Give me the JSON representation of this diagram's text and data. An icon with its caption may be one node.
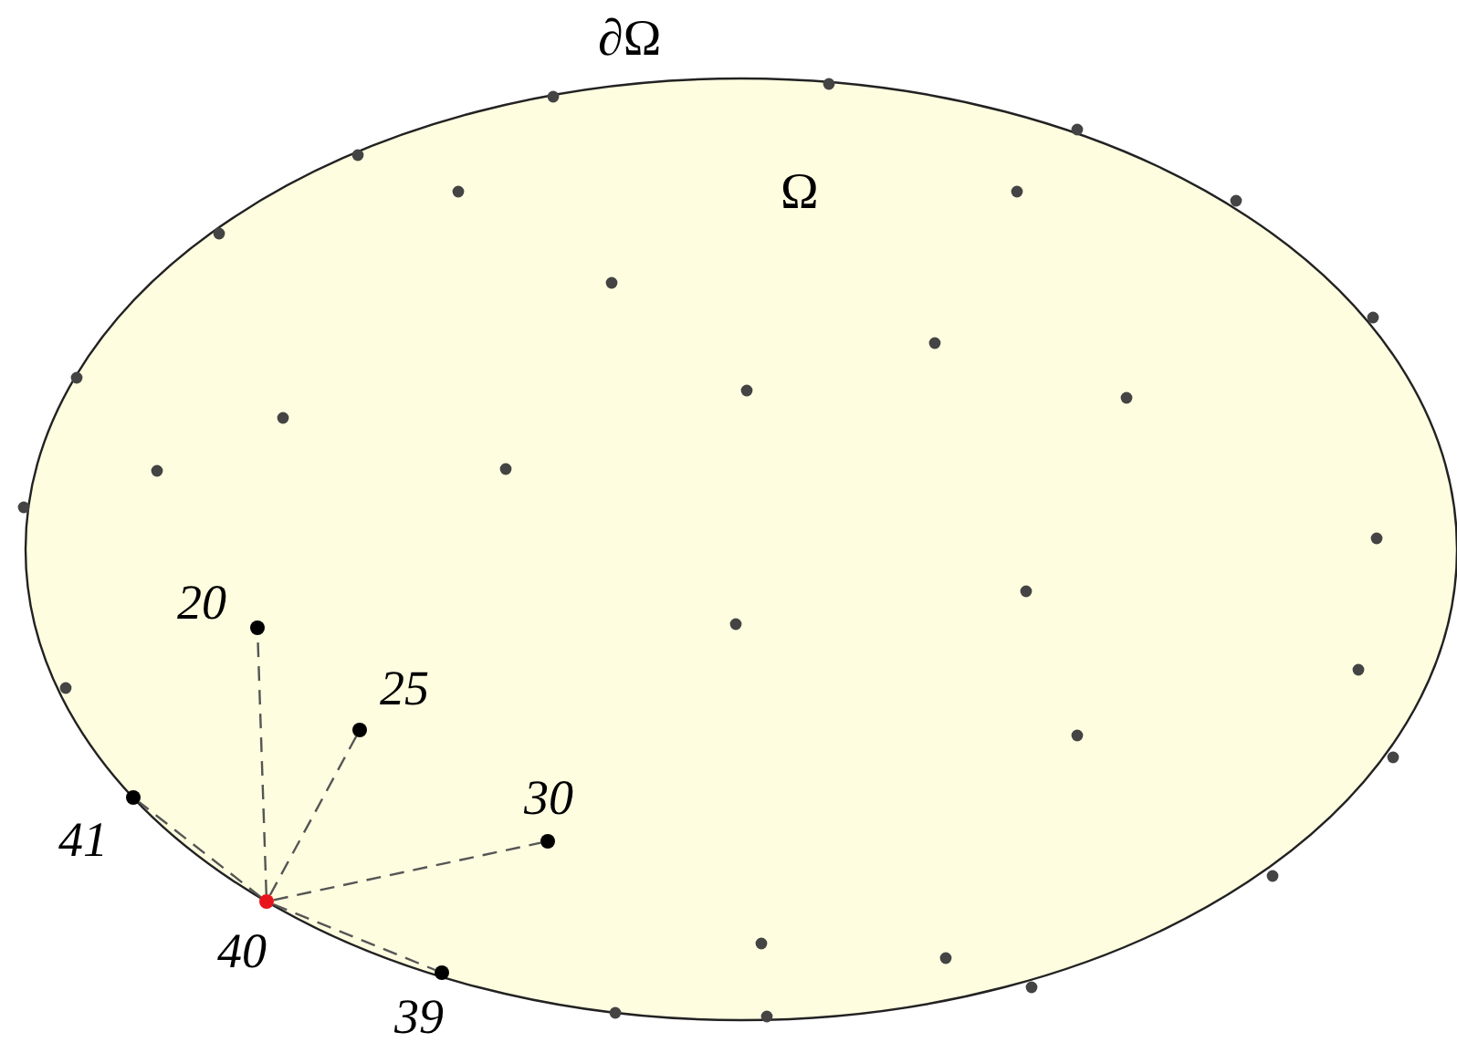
{
  "diagram": {
    "nodes": [
      {
        "text": [
          "20"
        ]
      },
      {
        "text": [
          "25"
        ]
      },
      {
        "text": [
          "30"
        ]
      },
      {
        "text": [
          "41"
        ]
      },
      {
        "text": [
          "40"
        ]
      },
      {
        "text": [
          "39"
        ]
      }
    ],
    "edges": [
      {
        "from": 4,
        "to": 3,
        "arrow": "none",
        "style": "dashed"
      },
      {
        "from": 4,
        "to": 0,
        "arrow": "none",
        "style": "dashed"
      },
      {
        "from": 4,
        "to": 1,
        "arrow": "none",
        "style": "dashed"
      },
      {
        "from": 4,
        "to": 2,
        "arrow": "none",
        "style": "dashed"
      },
      {
        "from": 4,
        "to": 5,
        "arrow": "none",
        "style": "dashed"
      }
    ],
    "labels": [
      "∂Ω",
      "Ω"
    ]
  }
}
